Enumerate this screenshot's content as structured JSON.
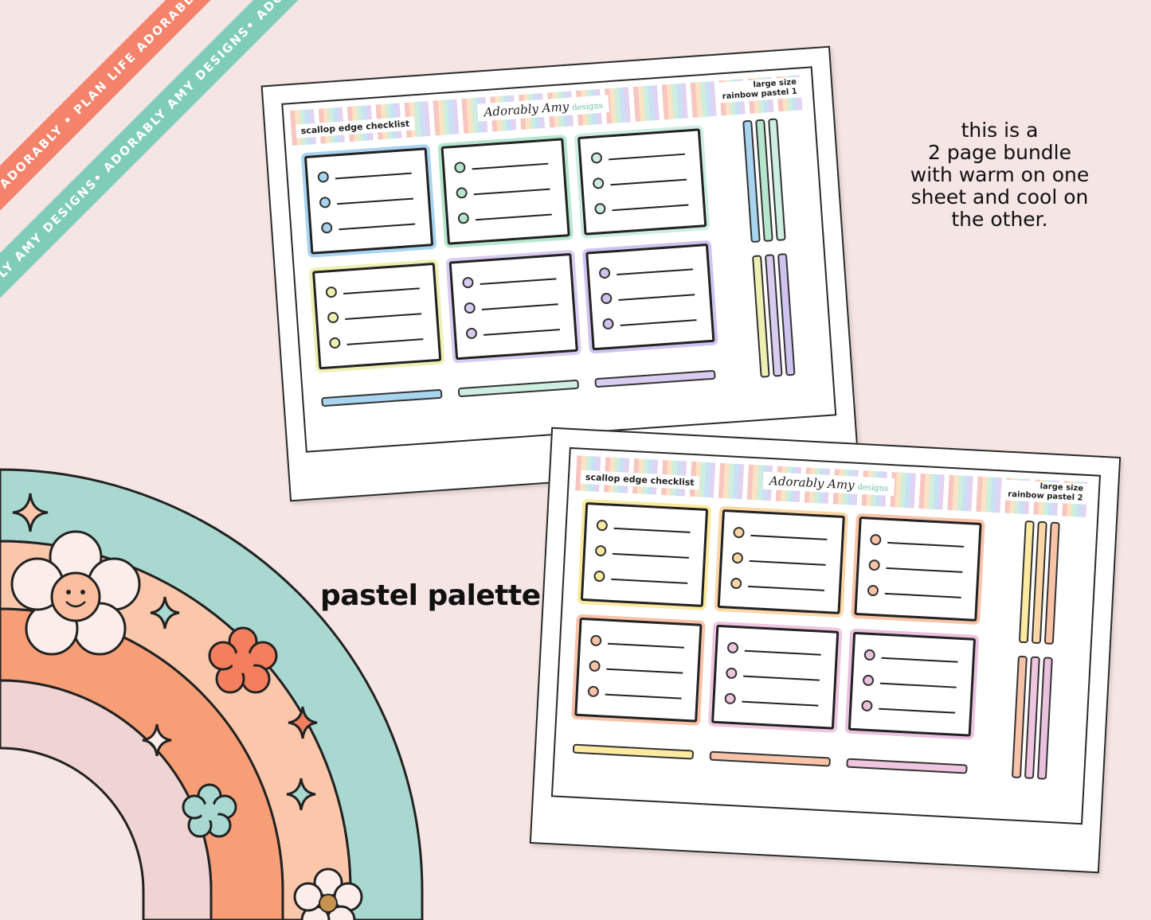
{
  "ribbons": {
    "coral_text": "PLAN LIFE ADORABLY • PLAN LIFE ADORABLY • PLAN LIFE ADORABLY",
    "teal_text": "ADORABLY AMY DESIGNS• ADORABLY AMY DESIGNS• ADORABLY AMY DESIGNS"
  },
  "note": {
    "lines": [
      "this is a",
      "2 page bundle",
      "with warm on one",
      "sheet and cool on",
      "the other."
    ]
  },
  "palette_label": "pastel palette",
  "sheets": [
    {
      "title": "scallop edge checklist",
      "brand": "Adorably Amy",
      "brand_suffix": "designs",
      "size_line1": "large size",
      "size_line2": "rainbow pastel 1",
      "box_colors": [
        "#a8d4ef",
        "#b7e6cf",
        "#cdeee0",
        "#eef0b2",
        "#d8cdf0",
        "#cfc4ef"
      ]
    },
    {
      "title": "scallop edge checklist",
      "brand": "Adorably Amy",
      "brand_suffix": "designs",
      "size_line1": "large size",
      "size_line2": "rainbow pastel 2",
      "box_colors": [
        "#fbeaa0",
        "#fbd7a6",
        "#f8c3a6",
        "#f7c2a8",
        "#efc6df",
        "#e9c2de"
      ]
    }
  ],
  "colors": {
    "background": "#f5e5e4",
    "coral": "#f5826a",
    "teal": "#7fcdb9",
    "peach": "#fbc7ab",
    "orange": "#f79e76",
    "pink": "#f0d3d3"
  }
}
